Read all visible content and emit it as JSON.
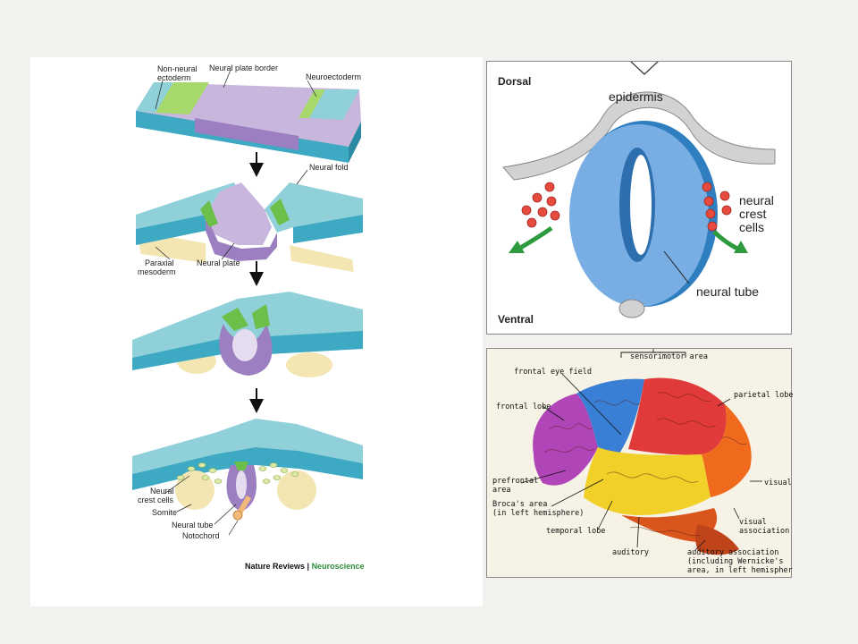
{
  "neurulation": {
    "labels": {
      "non_neural_1": "Non-neural",
      "non_neural_2": "ectoderm",
      "plate_border": "Neural plate border",
      "neuroectoderm": "Neuroectoderm",
      "neural_fold": "Neural fold",
      "paraxial_1": "Paraxial",
      "paraxial_2": "mesoderm",
      "neural_plate": "Neural plate",
      "crest_1": "Neural",
      "crest_2": "crest cells",
      "somite": "Somite",
      "neural_tube": "Neural tube",
      "notochord": "Notochord"
    },
    "credit_journal": "Nature Reviews",
    "credit_sep": " | ",
    "credit_field": "Neuroscience"
  },
  "tube_section": {
    "dorsal": "Dorsal",
    "ventral": "Ventral",
    "epidermis": "epidermis",
    "crest_1": "neural",
    "crest_2": "crest",
    "crest_3": "cells",
    "neural_tube": "neural tube"
  },
  "brain": {
    "sensorimotor": "sensorimotor area",
    "frontal_eye": "frontal eye field",
    "frontal_lobe": "frontal lobe",
    "parietal_lobe": "parietal lobe",
    "prefrontal_1": "prefrontal",
    "prefrontal_2": "area",
    "broca_1": "Broca's area",
    "broca_2": "(in left hemisphere)",
    "visual": "visual",
    "visual_assoc_1": "visual",
    "visual_assoc_2": "association",
    "temporal_lobe": "temporal lobe",
    "auditory": "auditory",
    "aud_assoc_1": "auditory association",
    "aud_assoc_2": "(including Wernicke's",
    "aud_assoc_3": "area, in left hemisphere)"
  }
}
